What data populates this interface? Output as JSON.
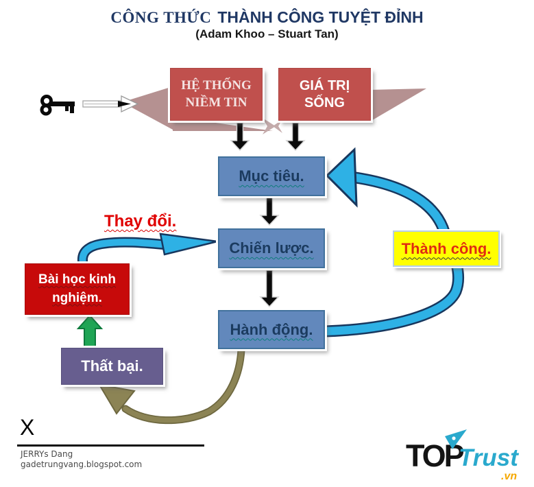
{
  "title": {
    "part1": "CÔNG THỨC",
    "part2": "THÀNH CÔNG TUYỆT ĐỈNH",
    "subtitle": "(Adam Khoo – Stuart Tan)"
  },
  "nodes": {
    "belief_system": {
      "line1": "HỆ THỐNG",
      "line2": "NIỀM TIN"
    },
    "life_values": {
      "line1": "GIÁ TRỊ",
      "line2": "SỐNG"
    },
    "goal": "Mục tiêu.",
    "strategy": "Chiến lược.",
    "action": "Hành động.",
    "success": "Thành công.",
    "lesson": {
      "line1": "Bài học kinh",
      "line2": "nghiệm."
    },
    "failure": "Thất bại."
  },
  "labels": {
    "change": "Thay đổi."
  },
  "footer": {
    "signature_mark": "X",
    "author": "JERRYs Dang",
    "website": "gadetrungvang.blogspot.com"
  },
  "logo": {
    "word_top": "TOP",
    "word_trust": "Trust",
    "domain": ".vn"
  },
  "colors": {
    "title_navy": "#203864",
    "top_box_red": "#C0504D",
    "blue_box_fill": "#6288BC",
    "blue_box_border": "#41719C",
    "blue_box_text": "#1B3B5F",
    "lesson_red": "#C70A0A",
    "failure_purple": "#675E8F",
    "success_yellow": "#FFFF00",
    "success_text": "#E02B12",
    "change_red": "#E00000",
    "arrow_cyan": "#2EB1E5",
    "arrow_cyan_outline": "#17375E",
    "arrow_green": "#1FA555",
    "arrow_olive": "#8C8455",
    "ribbon_mauve": "#B59191",
    "logo_teal": "#2AA9CD",
    "logo_orange": "#F5A800"
  }
}
